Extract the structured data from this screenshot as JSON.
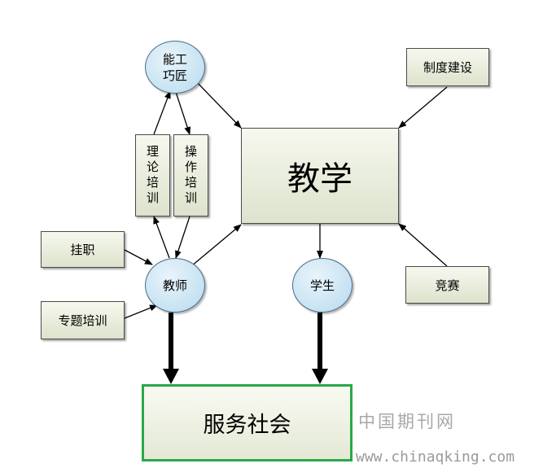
{
  "nodes": {
    "skill": "能工\n巧匠",
    "theory": "理论培训",
    "operation": "操作培训",
    "teaching": "教学",
    "system": "制度建设",
    "attachment": "挂职",
    "teacher": "教师",
    "special_training": "专题培训",
    "student": "学生",
    "competition": "竞赛",
    "service": "服务社会"
  },
  "watermark": {
    "cn": "中国期刊网",
    "url": "www.chinaqking.com"
  },
  "colors": {
    "box_fill": "#e8ecdc",
    "ellipse_fill": "#c6e2f2",
    "service_border": "#2aa84a",
    "arrow": "#000000"
  }
}
